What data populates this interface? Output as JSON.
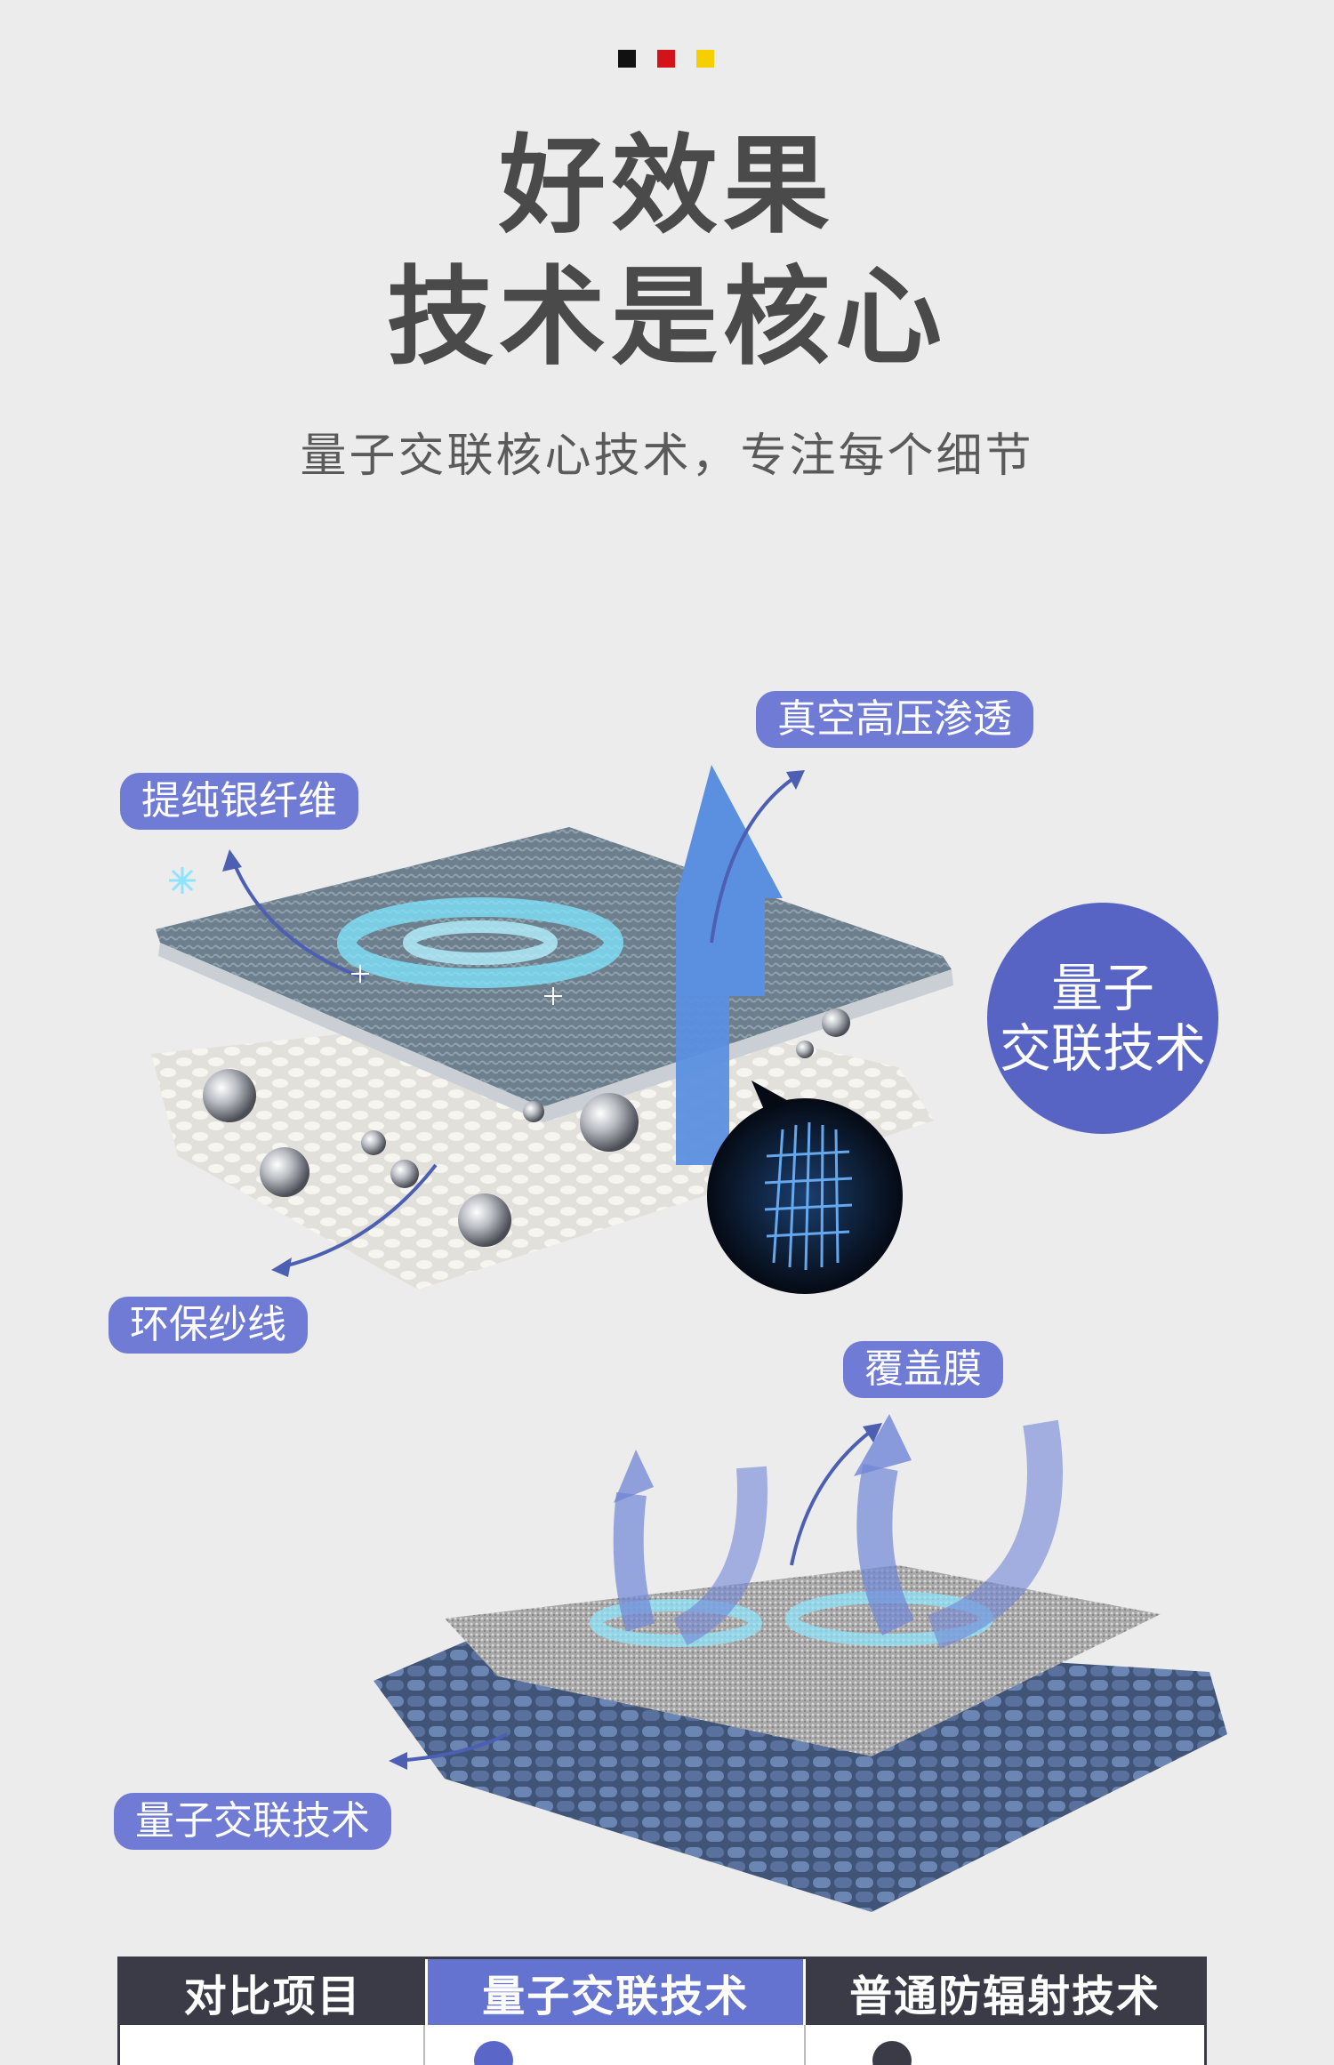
{
  "header": {
    "flag_colors": [
      "#111111",
      "#d4121a",
      "#f5cf00"
    ],
    "headline_line1": "好效果",
    "headline_line2": "技术是核心",
    "subtitle": "量子交联核心技术，专注每个细节"
  },
  "labels": {
    "vacuum": "真空高压渗透",
    "silver": "提纯银纤维",
    "yarn": "环保纱线",
    "membrane": "覆盖膜",
    "quantum_bottom": "量子交联技术"
  },
  "badge": {
    "line1": "量子",
    "line2": "交联技术"
  },
  "colors": {
    "pill": "#6f7bd4",
    "badge": "#5864c4",
    "table_dark": "#3b3b47",
    "table_accent": "#6573d0"
  },
  "table": {
    "headers": [
      "对比项目",
      "量子交联技术",
      "普通防辐射技术"
    ]
  }
}
